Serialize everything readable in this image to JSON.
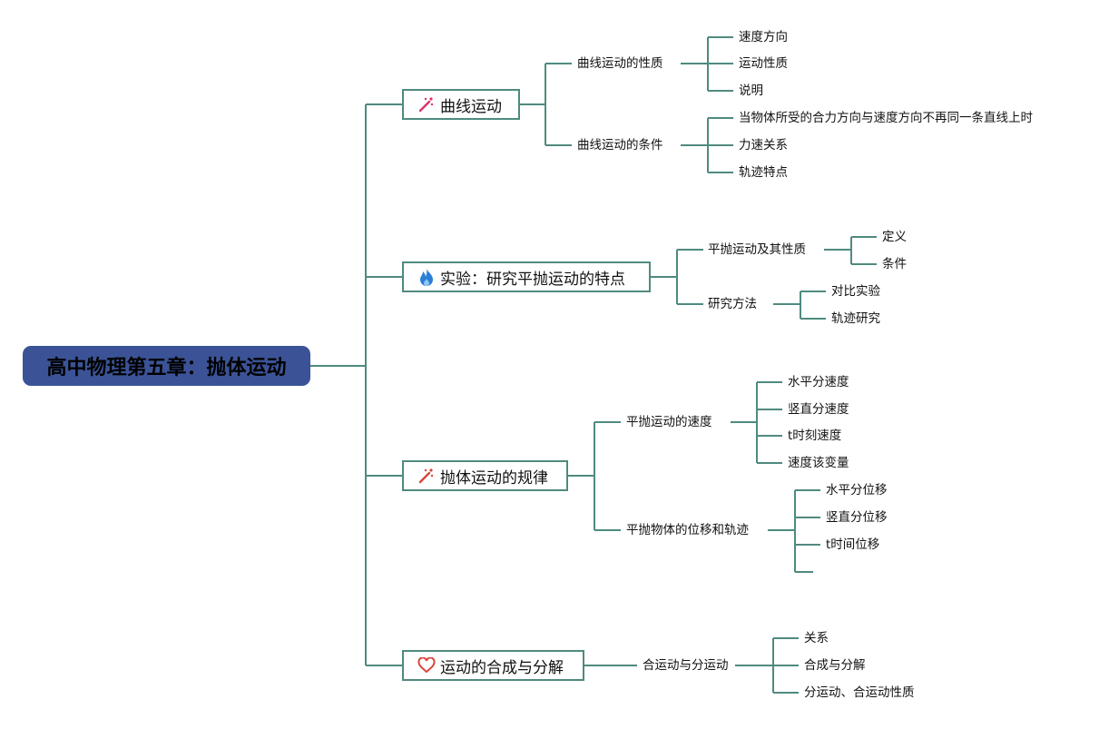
{
  "root": {
    "title": "高中物理第五章：抛体运动"
  },
  "topics": [
    {
      "label": "曲线运动",
      "icon": "magic-wand-icon",
      "children": [
        {
          "label": "曲线运动的性质",
          "children": [
            "速度方向",
            "运动性质",
            "说明"
          ]
        },
        {
          "label": "曲线运动的条件",
          "children": [
            "当物体所受的合力方向与速度方向不再同一条直线上时",
            "力速关系",
            "轨迹特点"
          ]
        }
      ]
    },
    {
      "label": "实验：研究平抛运动的特点",
      "icon": "flame-icon",
      "children": [
        {
          "label": "平抛运动及其性质",
          "children": [
            "定义",
            "条件"
          ]
        },
        {
          "label": "研究方法",
          "children": [
            "对比实验",
            "轨迹研究"
          ]
        }
      ]
    },
    {
      "label": "抛体运动的规律",
      "icon": "magic-wand-icon",
      "children": [
        {
          "label": "平抛运动的速度",
          "children": [
            "水平分速度",
            "竖直分速度",
            "t时刻速度",
            "速度该变量"
          ]
        },
        {
          "label": "平抛物体的位移和轨迹",
          "children": [
            "水平分位移",
            "竖直分位移",
            "t时间位移",
            ""
          ]
        }
      ]
    },
    {
      "label": "运动的合成与分解",
      "icon": "heart-icon",
      "children": [
        {
          "label": "合运动与分运动",
          "children": [
            "关系",
            "合成与分解",
            "分运动、合运动性质"
          ]
        }
      ]
    }
  ],
  "colors": {
    "root_bg": "#3b5396",
    "line": "#4f8a7f",
    "wand_icon": "#e0306a",
    "flame_icon": "#2a7fd6",
    "heart_icon": "#d9443a"
  }
}
